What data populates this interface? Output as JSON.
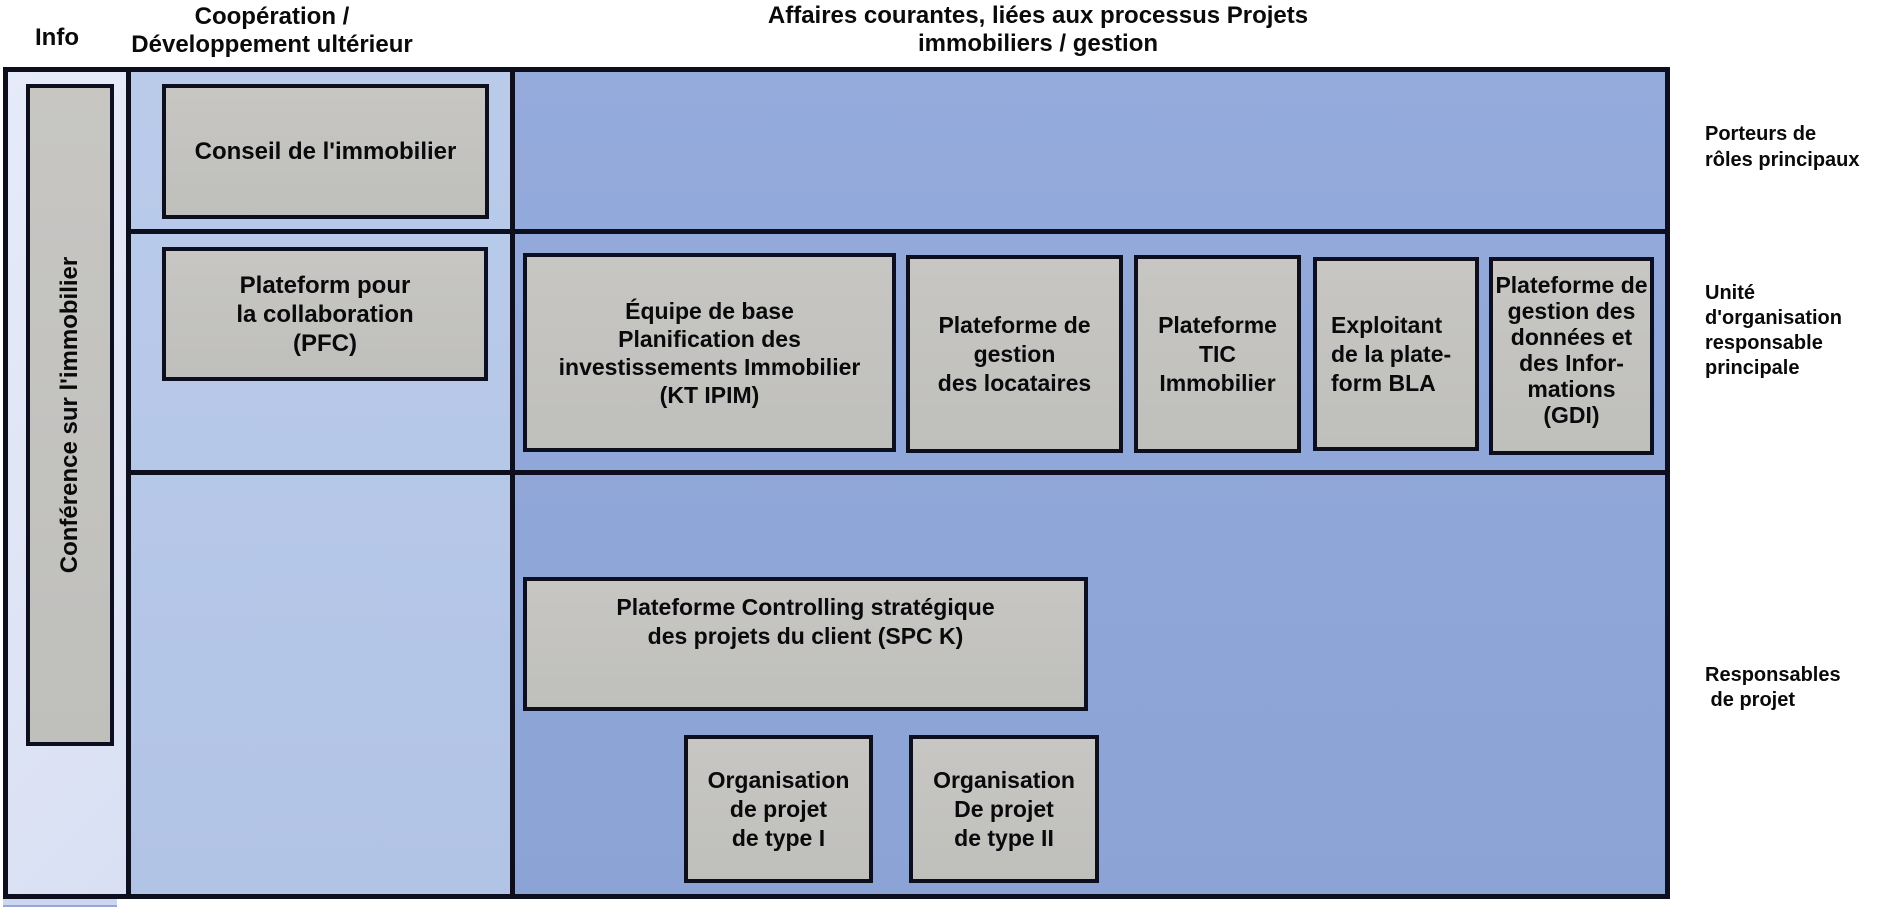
{
  "colors": {
    "column_info_bg": "#dce3f4",
    "column_cooperation_bg": "#b5c7e9",
    "column_affaires_bg": "#8fa7d8",
    "box_bg": "#c3c2bf",
    "border": "#0d0f1e",
    "text": "#0a0a0c",
    "page_bg": "#ffffff"
  },
  "headers": {
    "info": "Info",
    "cooperation": "Coopération /\nDéveloppement ultérieur",
    "affaires": "Affaires courantes, liées aux processus Projets\nimmobiliers / gestion"
  },
  "info_column": {
    "conference_label": "Conférence sur l'immobilier"
  },
  "boxes": {
    "conseil": "Conseil de l'immobilier",
    "pfc": "Plateform pour\nla collaboration\n(PFC)",
    "kt_ipim": "Équipe de base\nPlanification des\ninvestissements Immobilier\n(KT IPIM)",
    "locataires": "Plateforme de\ngestion\ndes locataires",
    "tic": "Plateforme\nTIC\nImmobilier",
    "bla": "Exploitant\nde la plate-\nform BLA",
    "gdi": "Plateforme de\ngestion des\ndonnées et\ndes Infor-\nmations\n(GDI)",
    "spc_k": "Plateforme Controlling stratégique\ndes projets du client (SPC K)",
    "org_type1": "Organisation\nde projet\nde type I",
    "org_type2": "Organisation\nDe projet\nde type II"
  },
  "row_labels": {
    "row1": "Porteurs de\nrôles principaux",
    "row2": "Unité d'organisation\nresponsable\nprincipale",
    "row3": "Responsables\n de projet"
  }
}
